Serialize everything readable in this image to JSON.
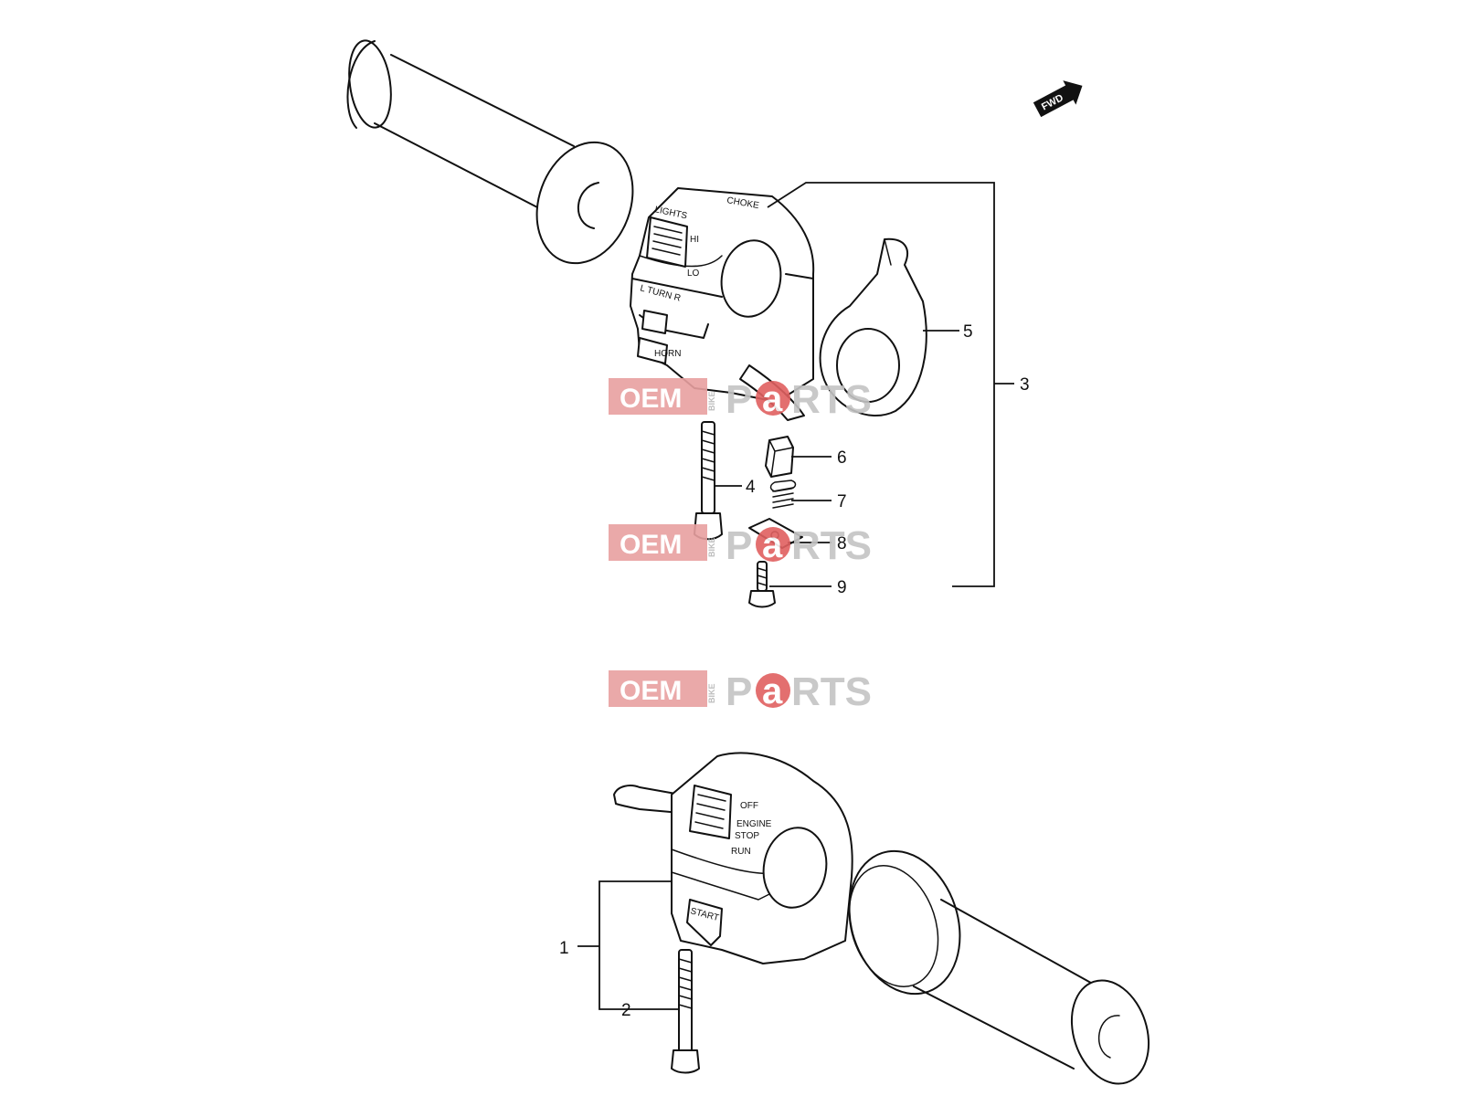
{
  "diagram": {
    "fwd_label": "FWD",
    "callouts": [
      {
        "id": "1",
        "label": "1"
      },
      {
        "id": "2",
        "label": "2"
      },
      {
        "id": "3",
        "label": "3"
      },
      {
        "id": "4",
        "label": "4"
      },
      {
        "id": "5",
        "label": "5"
      },
      {
        "id": "6",
        "label": "6"
      },
      {
        "id": "7",
        "label": "7"
      },
      {
        "id": "8",
        "label": "8"
      },
      {
        "id": "9",
        "label": "9"
      }
    ],
    "left_switch_labels": {
      "choke": "CHOKE",
      "lights": "LIGHTS",
      "hi": "HI",
      "lo": "LO",
      "turn": "L TURN R",
      "horn": "HORN"
    },
    "right_switch_labels": {
      "off": "OFF",
      "engine": "ENGINE",
      "stop": "STOP",
      "run": "RUN",
      "start": "START"
    }
  },
  "watermark": {
    "oem": "OEM",
    "bike": "BIKE",
    "p": "P",
    "a": "a",
    "rts": "RTS",
    "oem_color": "#e8a0a0",
    "a_color": "#e06060"
  }
}
